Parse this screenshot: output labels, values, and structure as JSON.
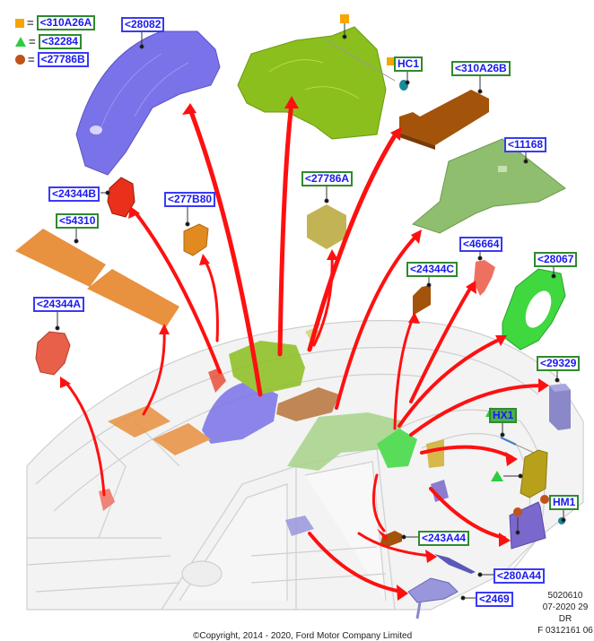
{
  "legend": [
    {
      "symbol": "orange-square",
      "label": "<310A26A",
      "color": "#f7a600"
    },
    {
      "symbol": "green-triangle",
      "label": "<32284",
      "color": "#2ecc40"
    },
    {
      "symbol": "brown-circle",
      "label": "<27786B",
      "color": "#c0531c"
    }
  ],
  "callouts": {
    "c28082": "<28082",
    "cHC1": "HC1",
    "c310A26B": "<310A26B",
    "c11168": "<11168",
    "c24344B": "<24344B",
    "c277B80": "<277B80",
    "c27786A": "<27786A",
    "c54310": "<54310",
    "c46664": "<46664",
    "c24344C": "<24344C",
    "c28067": "<28067",
    "c24344A": "<24344A",
    "c29329": "<29329",
    "cHX1": "HX1",
    "cHM1": "HM1",
    "c243A44": "<243A44",
    "c280A44": "<280A44",
    "c2469": "<2469"
  },
  "colors": {
    "arrow": "#ff1010",
    "purple_part": "#7a72e8",
    "green_part": "#8bbf1e",
    "brown_part": "#a3530a",
    "light_green_part": "#8fbf6e",
    "bright_green_part": "#3fd83f",
    "orange_pad": "#e8913f",
    "red_part": "#e8503a",
    "salmon_part": "#ee7060",
    "hex_part": "#c2b455"
  },
  "reference": {
    "line1": "5020610",
    "line2": "07-2020 29",
    "line3": "DR",
    "line4": "F 0312161 06"
  },
  "copyright": "©Copyright, 2014 - 2020, Ford Motor Company Limited"
}
